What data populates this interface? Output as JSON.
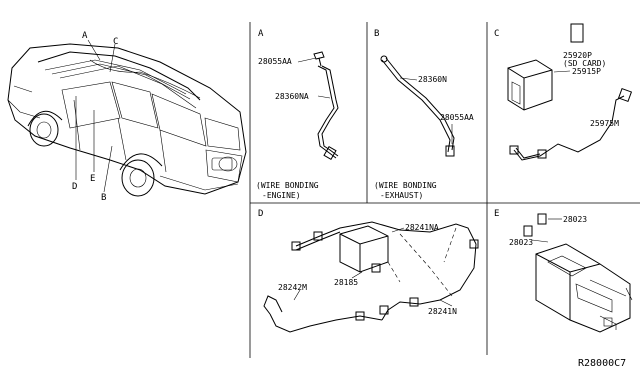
{
  "vehicle": {
    "callouts": {
      "a": "A",
      "b": "B",
      "c": "C",
      "d": "D",
      "e": "E"
    }
  },
  "panels": {
    "a": {
      "letter": "A",
      "parts": [
        "28055AA",
        "28360NA"
      ],
      "note_line1": "(WIRE BONDING",
      "note_line2": "-ENGINE)"
    },
    "b": {
      "letter": "B",
      "parts": [
        "28360N",
        "28055AA"
      ],
      "note_line1": "(WIRE BONDING",
      "note_line2": "-EXHAUST)"
    },
    "c": {
      "letter": "C",
      "parts": [
        "25920P",
        "(SD CARD)",
        "25915P",
        "25975M"
      ]
    },
    "d": {
      "letter": "D",
      "parts": [
        "28241NA",
        "28185",
        "28242M",
        "28241N"
      ]
    },
    "e": {
      "letter": "E",
      "parts": [
        "28023",
        "28023"
      ]
    }
  },
  "diagram_code": "R28000C7"
}
